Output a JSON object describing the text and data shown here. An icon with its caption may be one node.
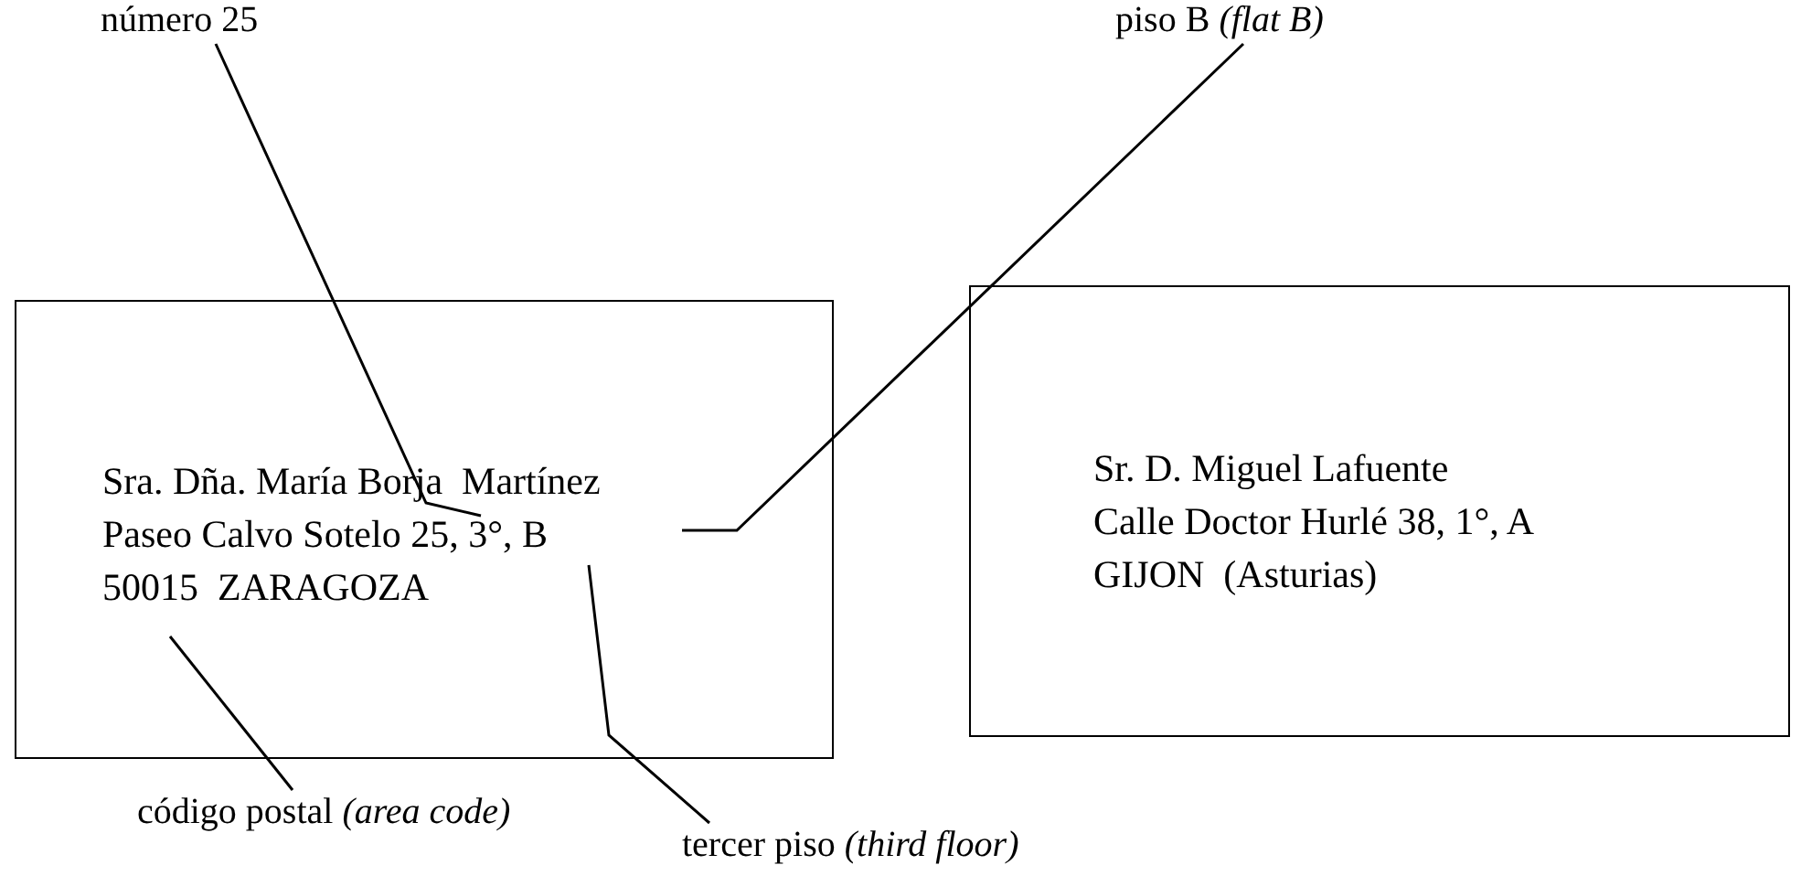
{
  "diagram": {
    "nodes": [
      {
        "text": [
          "Sra. Dña. María Borja  Martínez",
          "Paseo Calvo Sotelo 25, 3°, B",
          "50015  ZARAGOZA"
        ]
      },
      {
        "text": [
          "Sr. D. Miguel Lafuente",
          "Calle Doctor Hurlé 38, 1°, A",
          "GIJON  (Asturias)"
        ]
      },
      {
        "text": [
          "número 25"
        ]
      },
      {
        "text": [
          "piso B *(flat B)*"
        ]
      },
      {
        "text": [
          "código postal *(area code)*"
        ]
      },
      {
        "text": [
          "tercer piso *(third floor)*"
        ]
      }
    ],
    "edges": [
      {
        "from": 2,
        "to": 0,
        "arrow": "none"
      },
      {
        "from": 3,
        "to": 0,
        "arrow": "none"
      },
      {
        "from": 4,
        "to": 0,
        "arrow": "none"
      },
      {
        "from": 5,
        "to": 0,
        "arrow": "none"
      }
    ]
  }
}
